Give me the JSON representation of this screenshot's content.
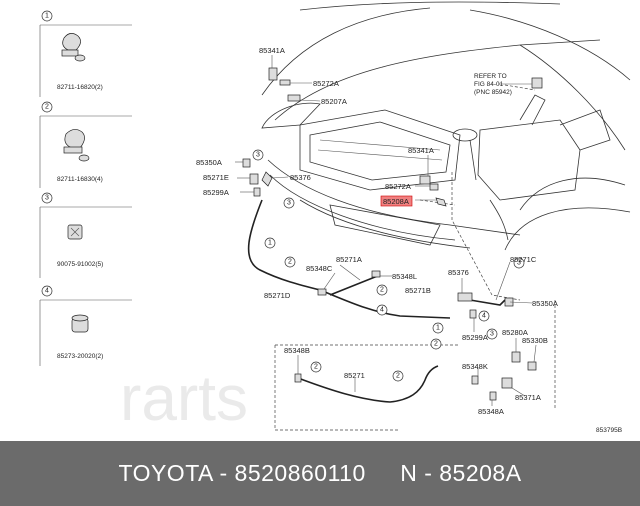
{
  "legend": [
    {
      "num": "1",
      "part": "82711-16820(2)"
    },
    {
      "num": "2",
      "part": "82711-16830(4)"
    },
    {
      "num": "3",
      "part": "90075-91002(5)"
    },
    {
      "num": "4",
      "part": "85273-20020(2)"
    }
  ],
  "callouts": {
    "p85341A_top": "85341A",
    "p85272A_top": "85272A",
    "p85207A": "85207A",
    "p85350A_left": "85350A",
    "p85271E": "85271E",
    "p85376_left": "85376",
    "p85299A_left": "85299A",
    "p85341A_mid": "85341A",
    "p85272A_mid": "85272A",
    "p85208A": "85208A",
    "p85271A": "85271A",
    "p85348C": "85348C",
    "p85348L": "85348L",
    "p85376_right": "85376",
    "p85271C": "85271C",
    "p85271D": "85271D",
    "p85271B": "85271B",
    "p85350A_right": "85350A",
    "p85299A_right": "85299A",
    "p85280A": "85280A",
    "p85330B": "85330B",
    "p85348B": "85348B",
    "p85271": "85271",
    "p85348K": "85348K",
    "p85371A": "85371A",
    "p85348A": "85348A"
  },
  "refer": {
    "line1": "REFER TO",
    "line2": "FIG 84-01",
    "line3": "(PNC 85942)"
  },
  "figure_code": "853795B",
  "watermark": "rarts",
  "footer": {
    "text": "TOYOTA - 8520860110     N - 85208A"
  }
}
